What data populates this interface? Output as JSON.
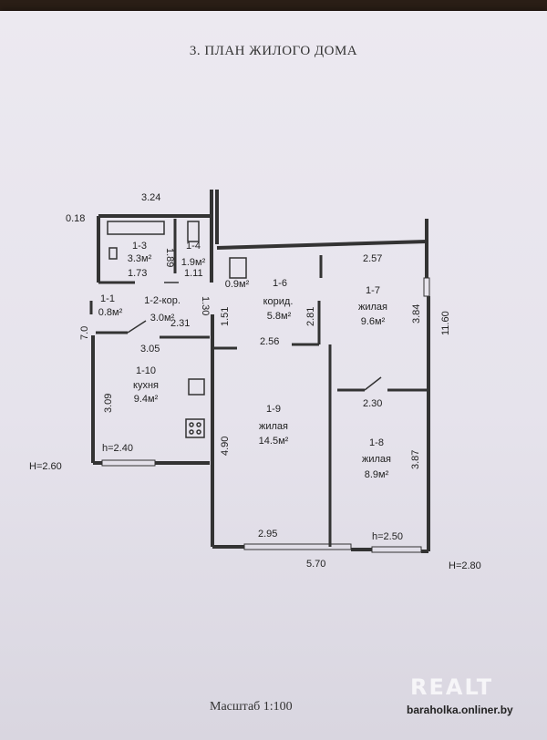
{
  "title": "3. ПЛАН ЖИЛОГО ДОМА",
  "scale_text": "Масштаб 1:100",
  "watermark": {
    "brand": "REALT",
    "site": "baraholka.onliner.by"
  },
  "rooms": [
    {
      "id": "1-3",
      "area": "3.3м²",
      "type": ""
    },
    {
      "id": "1-4",
      "area": "1.9м²",
      "type": ""
    },
    {
      "id": "1-1",
      "area": "0.8м²",
      "type": ""
    },
    {
      "id": "1-2-кор.",
      "area": "3.0м²",
      "type": ""
    },
    {
      "id": "1-6",
      "area": "5.8м²",
      "type": "корид."
    },
    {
      "id": "1-7",
      "area": "9.6м²",
      "type": "жилая"
    },
    {
      "id": "1-10",
      "area": "9.4м²",
      "type": "кухня"
    },
    {
      "id": "1-9",
      "area": "14.5м²",
      "type": "жилая"
    },
    {
      "id": "1-8",
      "area": "8.9м²",
      "type": "жилая"
    }
  ],
  "small_area": "0.9м²",
  "dims": {
    "d324": "3.24",
    "d018": "0.18",
    "d189": "1.89",
    "d173": "1.73",
    "d111": "1.11",
    "d257": "2.57",
    "d384": "3.84",
    "d1160": "11.60",
    "d281": "2.81",
    "d151": "1.51",
    "d130": "1.30",
    "d70": "7.0",
    "d231": "2.31",
    "d305": "3.05",
    "d256": "2.56",
    "d309": "3.09",
    "d230": "2.30",
    "d490": "4.90",
    "d387": "3.87",
    "d295": "2.95",
    "d570": "5.70",
    "h240": "h=2.40",
    "h250": "h=2.50",
    "H260": "H=2.60",
    "H280": "H=2.80"
  }
}
